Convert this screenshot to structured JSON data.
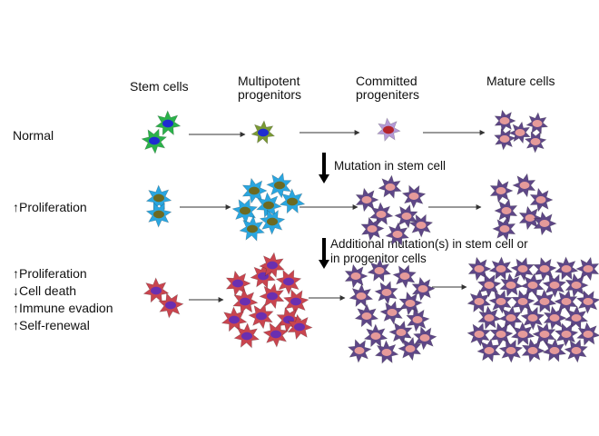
{
  "columns": [
    "Stem cells",
    "Multipotent progenitors",
    "Committed progeniters",
    "Mature cells"
  ],
  "rows": {
    "normal": "Normal",
    "proliferation": "↑Proliferation",
    "cancer": [
      "↑Proliferation",
      "↓Cell death",
      "↑Immune evadion",
      "↑Self-renewal"
    ]
  },
  "notes": {
    "mutation_stem": "Mutation in stem cell",
    "additional_mutation": "Additional mutation(s) in stem cell or in progenitor cells"
  },
  "colors": {
    "stem_green": "#2bb24a",
    "multipotent_olive": "#7a9a34",
    "committed_lavender": "#b49ad6",
    "mature_purple": "#5e4787",
    "blue_cell": "#2aa6e0",
    "red_cell": "#c9454f",
    "nucleus_blue": "#1f2bd0",
    "nucleus_red": "#b3242c",
    "nucleus_pink": "#e59a9a",
    "nucleus_olive": "#6c6a22",
    "nucleus_purple": "#6a2fb0"
  }
}
